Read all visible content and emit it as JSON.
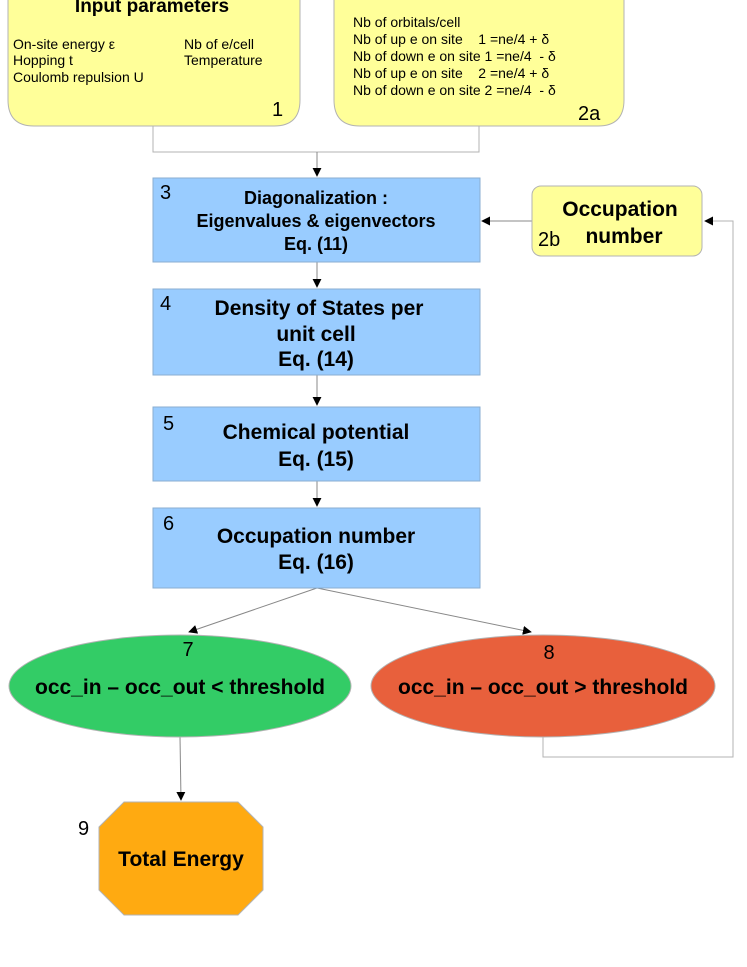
{
  "input_box": {
    "title": "Input parameters",
    "params_left": [
      "On-site energy ε",
      "Hopping t",
      "Coulomb repulsion U"
    ],
    "params_right": [
      "Nb of e/cell",
      "Temperature"
    ],
    "number": "1"
  },
  "orbitals_box": {
    "lines": [
      "Nb of orbitals/cell",
      "Nb of up e on site    1 =ne/4 + δ",
      "Nb of down e on site 1 =ne/4  - δ",
      "Nb of up e on site    2 =ne/4 + δ",
      "Nb of down e on site 2 =ne/4  - δ"
    ],
    "number": "2a"
  },
  "occupation_input": {
    "line1": "Occupation",
    "line2": "number",
    "number": "2b"
  },
  "steps": [
    {
      "number": "3",
      "lines": [
        "Diagonalization :",
        "Eigenvalues & eigenvectors",
        "Eq. (11)"
      ]
    },
    {
      "number": "4",
      "lines": [
        "Density of States per",
        "unit cell",
        "Eq. (14)"
      ]
    },
    {
      "number": "5",
      "lines": [
        "Chemical potential",
        "Eq. (15)"
      ]
    },
    {
      "number": "6",
      "lines": [
        "Occupation number",
        "Eq. (16)"
      ]
    }
  ],
  "converged": {
    "number": "7",
    "label": "occ_in – occ_out < threshold"
  },
  "not_converged": {
    "number": "8",
    "label": "occ_in – occ_out > threshold"
  },
  "total_energy": {
    "number": "9",
    "label": "Total Energy"
  },
  "colors": {
    "yellow_box": "#ffff99",
    "blue_box": "#99ccff",
    "green_ellipse": "#33cc66",
    "red_ellipse": "#e8603c",
    "orange_octagon": "#ffaa11",
    "line": "#b3b3b3"
  }
}
